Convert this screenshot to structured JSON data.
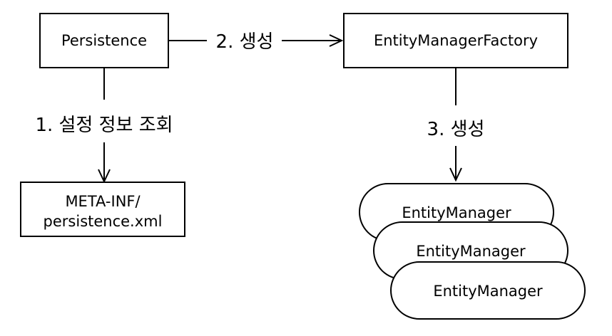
{
  "nodes": {
    "persistence": "Persistence",
    "emf": "EntityManagerFactory",
    "meta_line1": "META-INF/",
    "meta_line2": "persistence.xml",
    "em": [
      "EntityManager",
      "EntityManager",
      "EntityManager"
    ]
  },
  "edges": {
    "read_config": "1. 설정 정보 조회",
    "create_emf": "2. 생성",
    "create_em": "3. 생성"
  }
}
